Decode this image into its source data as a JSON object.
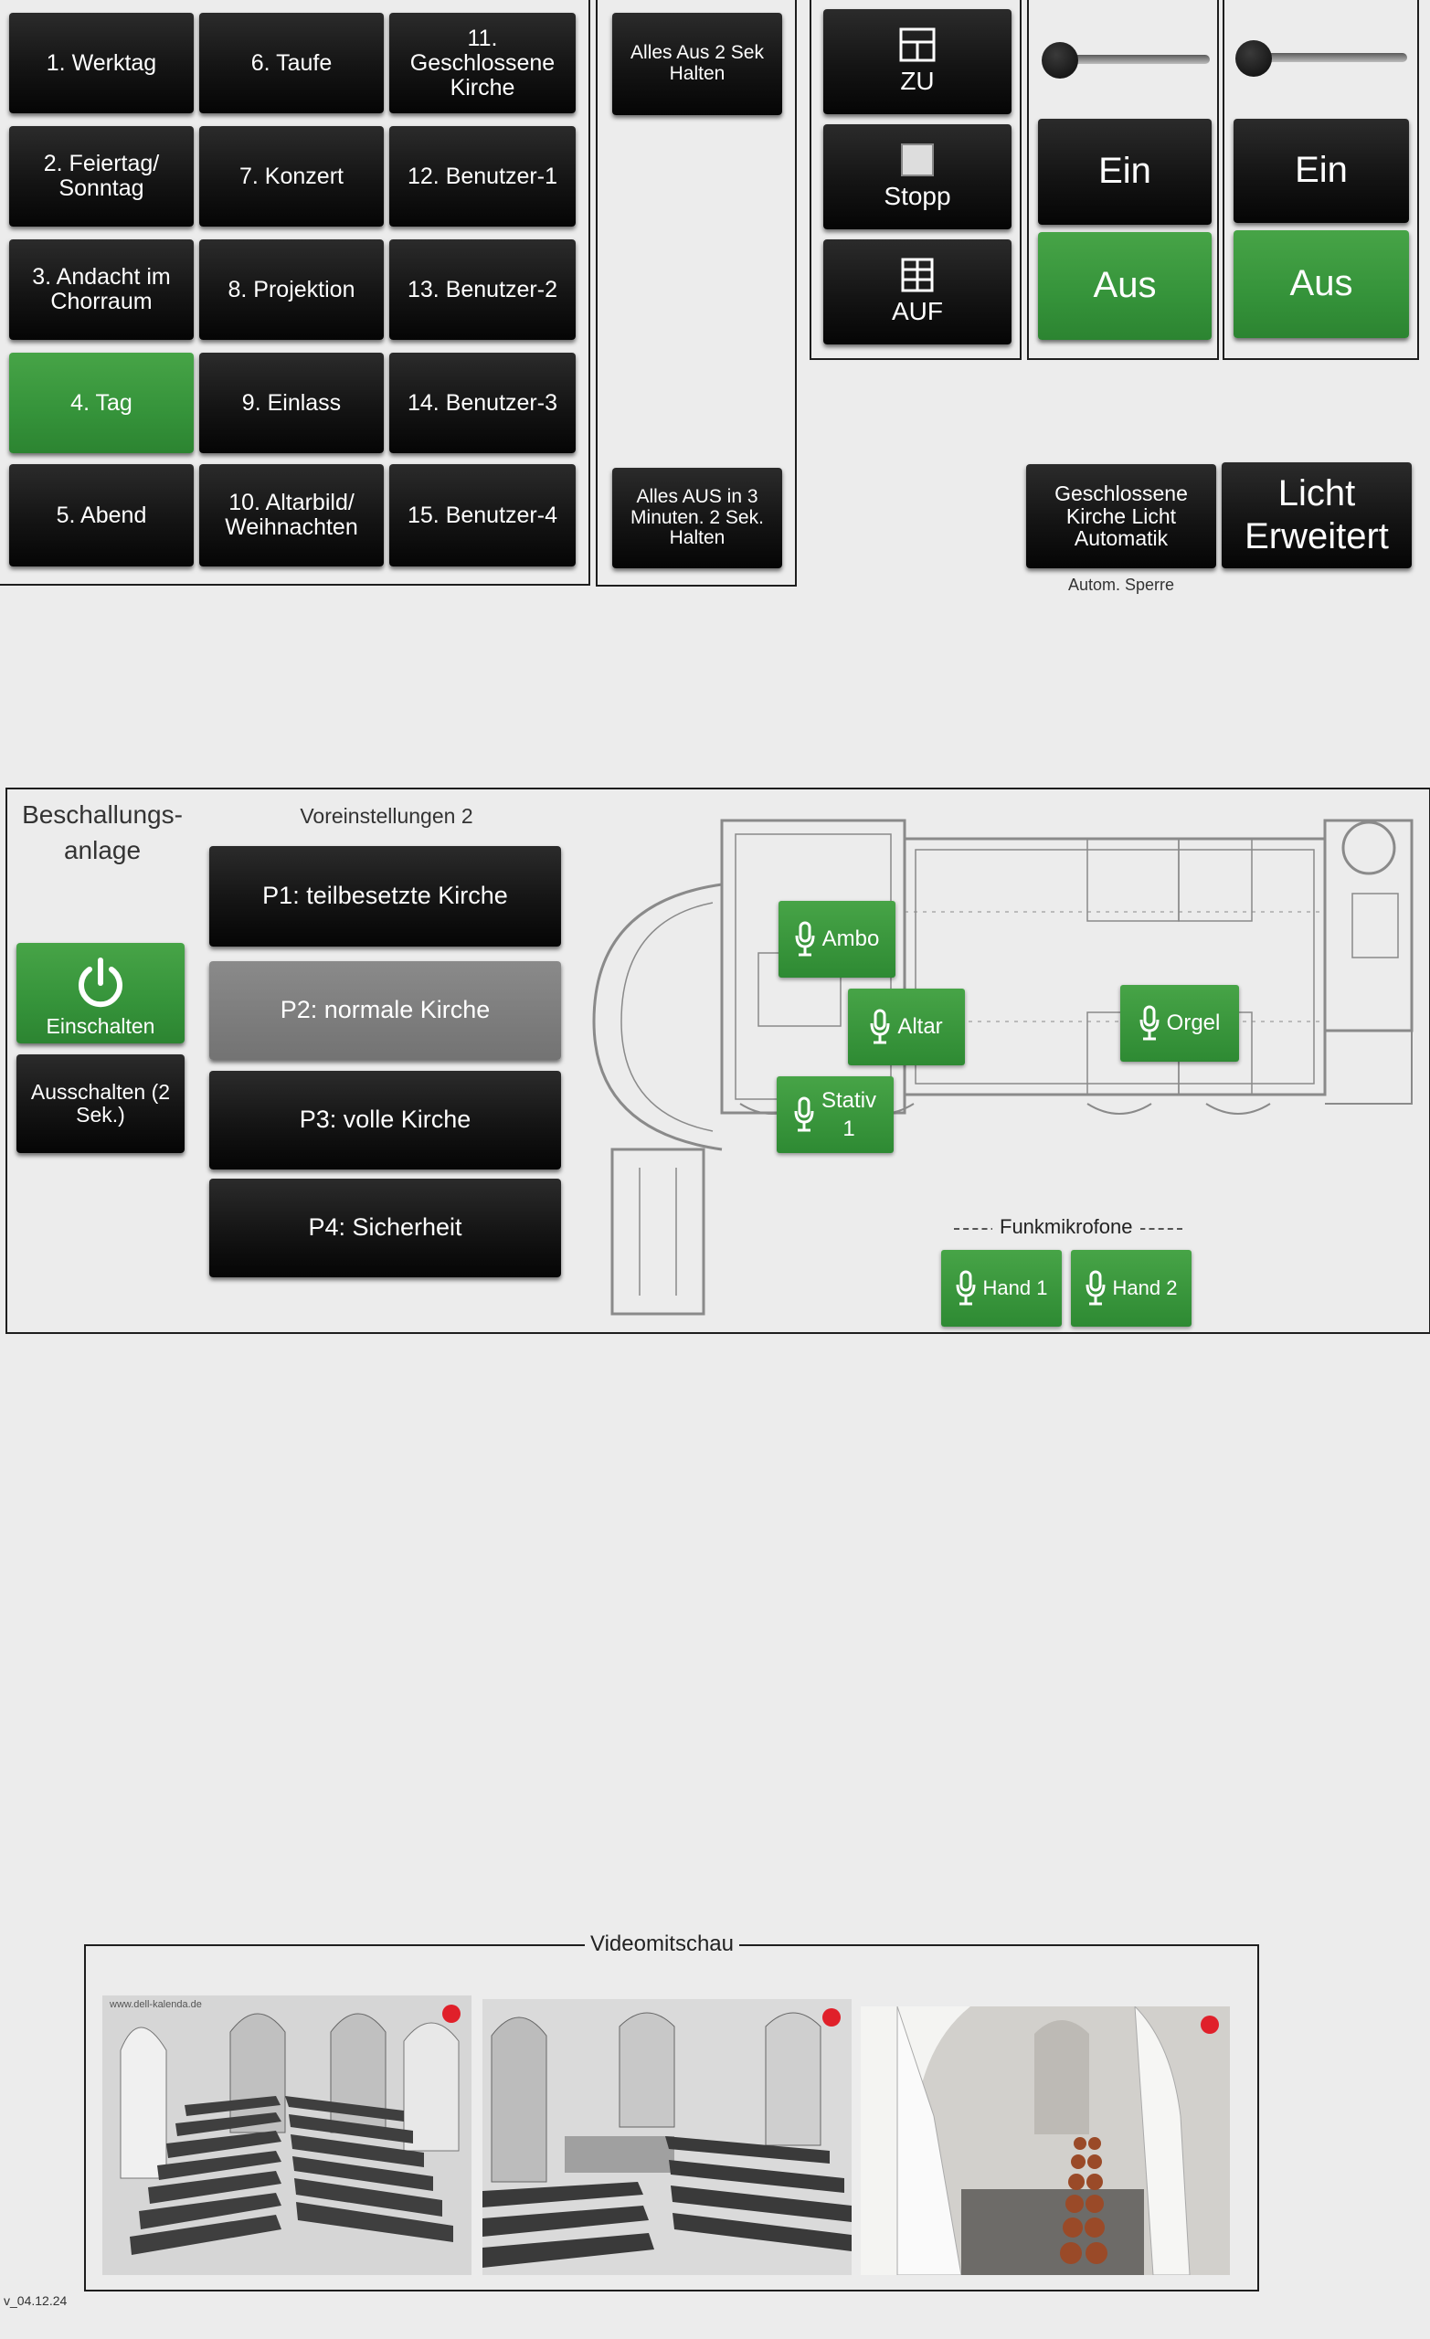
{
  "lighting": {
    "scenes": [
      "1. Werktag",
      "6. Taufe",
      "11. Geschlossene Kirche",
      "2. Feiertag/ Sonntag",
      "7. Konzert",
      "12. Benutzer-1",
      "3. Andacht im Chorraum",
      "8. Projektion",
      "13. Benutzer-2",
      "4. Tag",
      "9. Einlass",
      "14. Benutzer-3",
      "5. Abend",
      "10. Altarbild/ Weihnachten",
      "15. Benutzer-4"
    ],
    "active_scene": "4. Tag",
    "all_off_hold": "Alles Aus 2 Sek Halten",
    "all_off_3min": "Alles AUS in 3 Minuten. 2 Sek. Halten"
  },
  "blinds": {
    "close": "ZU",
    "stop": "Stopp",
    "open": "AUF"
  },
  "switches": [
    {
      "on": "Ein",
      "off": "Aus",
      "active": "off"
    },
    {
      "on": "Ein",
      "off": "Aus",
      "active": "off"
    }
  ],
  "closed_church": {
    "button": "Geschlossene Kirche Licht Automatik",
    "caption": "Autom. Sperre",
    "licht_erweitert": "Licht Erweitert"
  },
  "pa": {
    "title": "Beschallungs- anlage",
    "on": "Einschalten",
    "off": "Ausschalten (2 Sek.)",
    "presets_title": "Voreinstellungen 2",
    "presets": [
      "P1: teilbesetzte Kirche",
      "P2: normale Kirche",
      "P3: volle Kirche",
      "P4: Sicherheit"
    ],
    "active_preset": "P2: normale Kirche"
  },
  "mics": {
    "ambo": "Ambo",
    "altar": "Altar",
    "stativ": "Stativ 1",
    "orgel": "Orgel",
    "wireless_label": "Funkmikrofone",
    "hand1": "Hand 1",
    "hand2": "Hand 2"
  },
  "video": {
    "title": "Videomitschau",
    "cam1_url": "www.dell-kalenda.de"
  },
  "version": "v_04.12.24",
  "colors": {
    "green": "#3a9a3f",
    "black": "#111111",
    "grey": "#7d7d7d",
    "record": "#e0202a"
  }
}
